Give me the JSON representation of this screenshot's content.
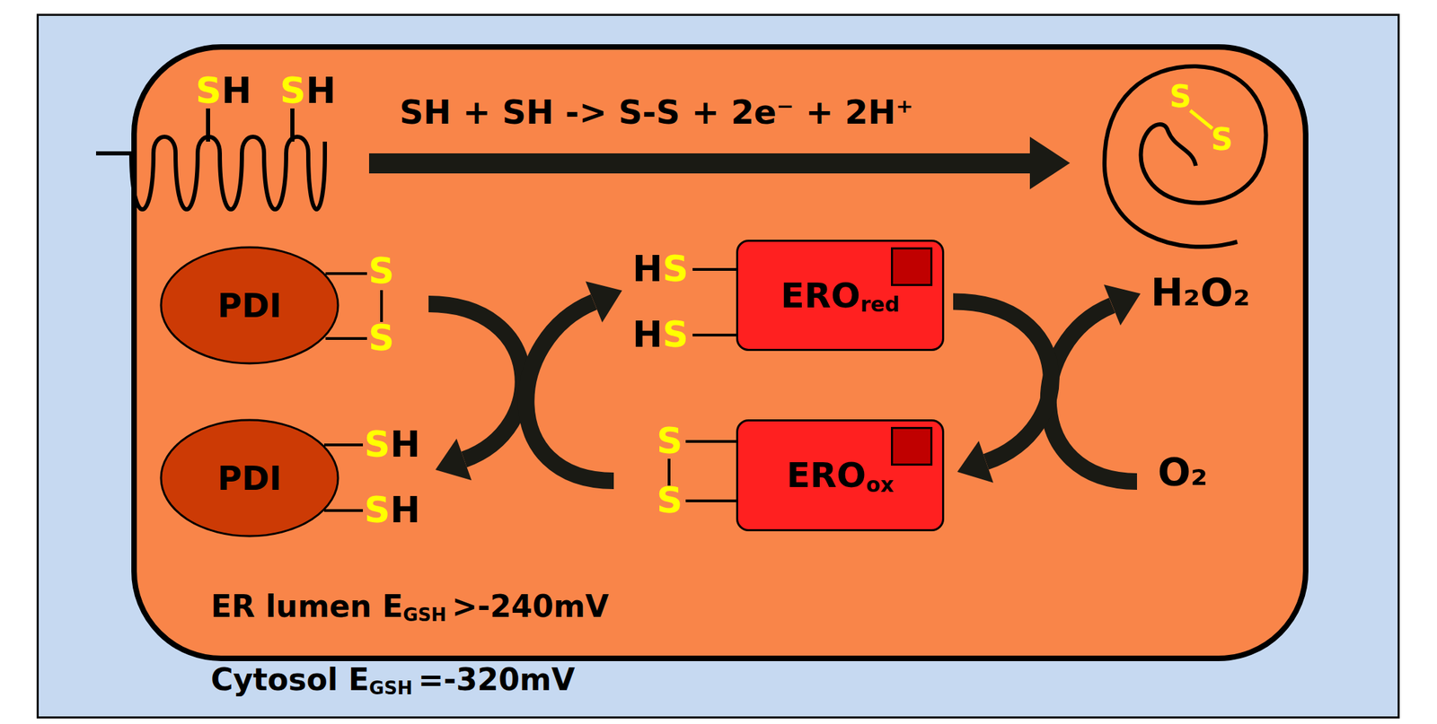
{
  "diagram": {
    "nodes": [
      {
        "text": [
          "Cytosol E",
          "GSH",
          "=-320mV"
        ]
      },
      {
        "text": [
          "ER lumen E",
          "GSH",
          ">-240mV"
        ],
        "in": 0
      },
      {
        "text": [
          "PDI"
        ],
        "in": 1
      },
      {
        "text": [
          "ERO",
          "red"
        ],
        "in": 1
      },
      {
        "text": [
          "PDI"
        ],
        "in": 1
      },
      {
        "text": [
          "ERO",
          "ox"
        ],
        "in": 1
      }
    ],
    "edges": [
      {
        "from": 2,
        "to": 4,
        "arrow": "to"
      },
      {
        "from": 5,
        "to": 3,
        "arrow": "to"
      },
      {
        "from": 3,
        "to": 5,
        "arrow": "to"
      }
    ],
    "labels": [
      "SH",
      "SH",
      "SH + SH -> S-S + 2e⁻ + 2H⁺",
      "S",
      "S",
      "S",
      "S",
      "H",
      "S",
      "H",
      "S",
      "H₂O₂",
      "SH",
      "SH",
      "S",
      "S",
      "O₂"
    ]
  }
}
